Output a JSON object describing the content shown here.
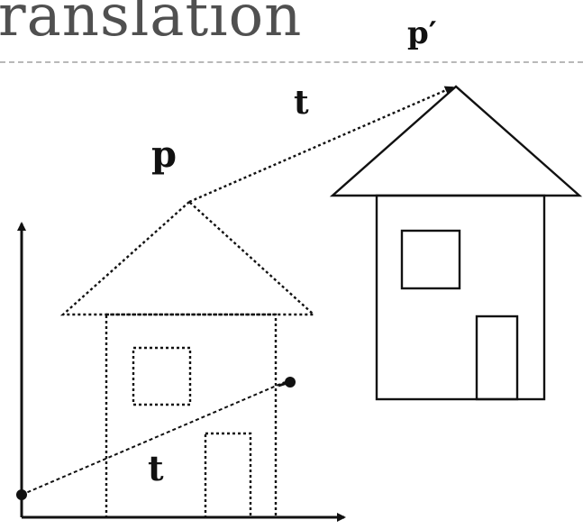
{
  "title": "ranslation",
  "labels": {
    "p": "p",
    "p_prime": "p′",
    "t_top": "t",
    "t_bottom": "t"
  },
  "colors": {
    "ink": "#111111",
    "title": "#505050",
    "rule": "#b8b8b8"
  }
}
